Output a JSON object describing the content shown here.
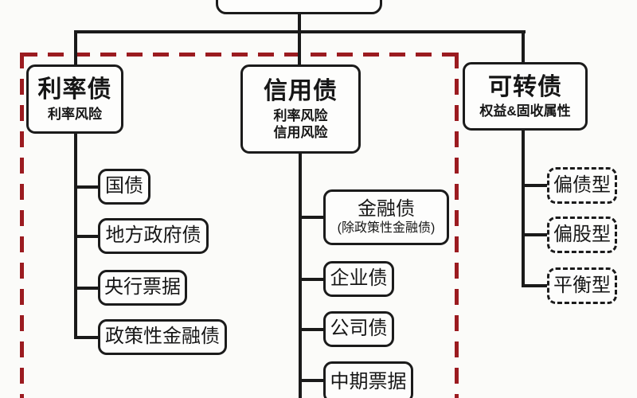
{
  "diagram": {
    "title_hint": "bond-classification-tree",
    "root": {
      "label": ""
    },
    "colors": {
      "line": "#1a1a1a",
      "dashed_frame_red": "#9b1b20",
      "background": "#fbfbf9",
      "box_background": "#fdfdfc"
    },
    "columns": [
      {
        "title": "利率债",
        "subtitles": [
          "利率风险"
        ],
        "items": [
          {
            "label": "国债"
          },
          {
            "label": "地方政府债"
          },
          {
            "label": "央行票据"
          },
          {
            "label": "政策性金融债"
          }
        ]
      },
      {
        "title": "信用债",
        "subtitles": [
          "利率风险",
          "信用风险"
        ],
        "items": [
          {
            "label": "金融债",
            "sublabel": "(除政策性金融债)"
          },
          {
            "label": "企业债"
          },
          {
            "label": "公司债"
          },
          {
            "label": "中期票据"
          }
        ]
      },
      {
        "title": "可转债",
        "subtitles": [
          "权益&固收属性"
        ],
        "items": [
          {
            "label": "偏债型"
          },
          {
            "label": "偏股型"
          },
          {
            "label": "平衡型"
          }
        ]
      }
    ]
  }
}
